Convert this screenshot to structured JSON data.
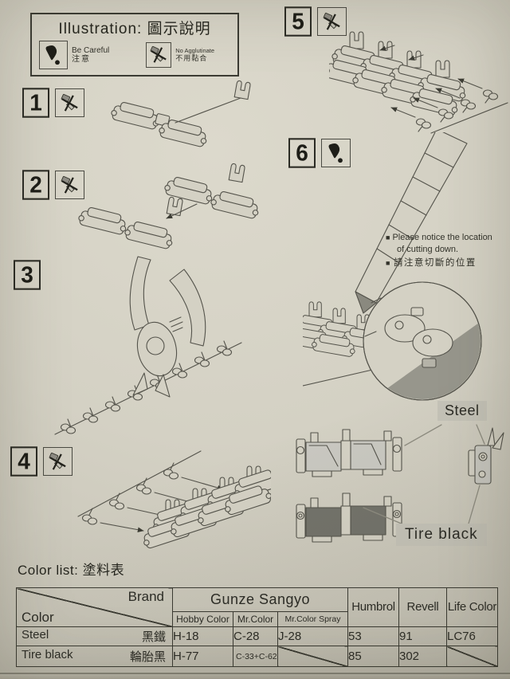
{
  "legend": {
    "title": "Illustration: 圖示說明",
    "items": [
      {
        "en": "Be Careful",
        "zh": "注意"
      },
      {
        "en": "No Agglutinate",
        "zh": "不用黏合"
      }
    ]
  },
  "steps": [
    {
      "number": "1"
    },
    {
      "number": "2"
    },
    {
      "number": "3"
    },
    {
      "number": "4"
    },
    {
      "number": "5"
    },
    {
      "number": "6"
    }
  ],
  "note": {
    "bullet": "■",
    "en1": "Please notice the location",
    "en2": "of cutting down.",
    "zh": "請注意切斷的位置"
  },
  "color_guide": {
    "steel_label": "Steel",
    "tire_label": "Tire black",
    "steel_hex": "#c9c8c1",
    "tire_hex": "#73736b"
  },
  "color_list": {
    "heading": "Color list: 塗料表",
    "corner_top": "Brand",
    "corner_bottom": "Color",
    "group_header": "Gunze Sangyo",
    "sub_headers": [
      "Hobby Color",
      "Mr.Color",
      "Mr.Color Spray"
    ],
    "other_headers": [
      "Humbrol",
      "Revell",
      "Life Color"
    ],
    "rows": [
      {
        "en": "Steel",
        "zh": "黑鐵",
        "hobby": "H-18",
        "mr": "C-28",
        "spray": "J-28",
        "humbrol": "53",
        "revell": "91",
        "life": "LC76"
      },
      {
        "en": "Tire black",
        "zh": "輪胎黑",
        "hobby": "H-77",
        "mr": "C-33+C-62",
        "spray": "",
        "humbrol": "85",
        "revell": "302",
        "life": ""
      }
    ]
  }
}
